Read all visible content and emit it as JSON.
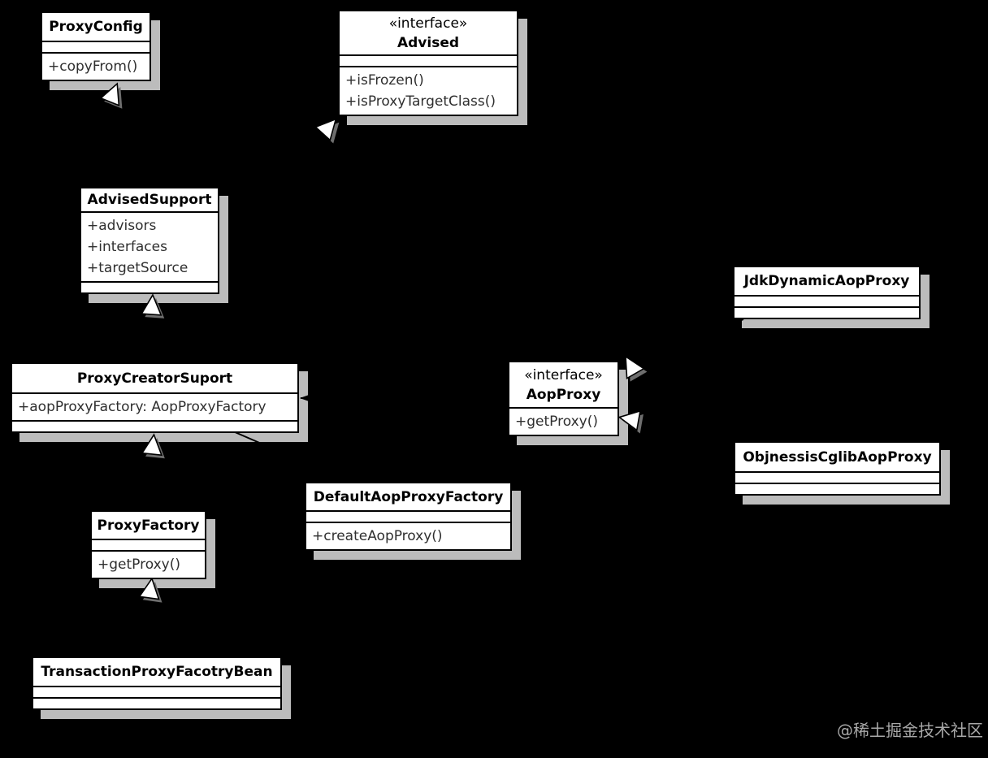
{
  "watermark": "@稀土掘金技术社区",
  "colors": {
    "background": "#000000",
    "box_fill": "#ffffff",
    "box_border": "#000000",
    "box_shadow": "#bcbcbc",
    "member_text": "#2f2f2f",
    "watermark_text": "#a8a8a8"
  },
  "classes": [
    {
      "name": "ProxyConfig",
      "stereotype": "",
      "attributes": [],
      "methods": [
        "+copyFrom()"
      ]
    },
    {
      "name": "Advised",
      "stereotype": "«interface»",
      "attributes": [],
      "methods": [
        "+isFrozen()",
        "+isProxyTargetClass()"
      ]
    },
    {
      "name": "AdvisedSupport",
      "stereotype": "",
      "attributes": [
        "+advisors",
        "+interfaces",
        "+targetSource"
      ],
      "methods": []
    },
    {
      "name": "JdkDynamicAopProxy",
      "stereotype": "",
      "attributes": [],
      "methods": []
    },
    {
      "name": "ProxyCreatorSuport",
      "stereotype": "",
      "attributes": [
        "+aopProxyFactory: AopProxyFactory"
      ],
      "methods": []
    },
    {
      "name": "AopProxy",
      "stereotype": "«interface»",
      "attributes": [],
      "methods": [
        "+getProxy()"
      ]
    },
    {
      "name": "ObjnessisCglibAopProxy",
      "stereotype": "",
      "attributes": [],
      "methods": []
    },
    {
      "name": "DefaultAopProxyFactory",
      "stereotype": "",
      "attributes": [],
      "methods": [
        "+createAopProxy()"
      ]
    },
    {
      "name": "ProxyFactory",
      "stereotype": "",
      "attributes": [],
      "methods": [
        "+getProxy()"
      ]
    },
    {
      "name": "TransactionProxyFacotryBean",
      "stereotype": "",
      "attributes": [],
      "methods": []
    }
  ],
  "relationships": [
    {
      "from": "AdvisedSupport",
      "to": "ProxyConfig",
      "type": "extends",
      "line": "solid"
    },
    {
      "from": "AdvisedSupport",
      "to": "Advised",
      "type": "implements",
      "line": "dashed"
    },
    {
      "from": "ProxyCreatorSuport",
      "to": "AdvisedSupport",
      "type": "extends",
      "line": "solid"
    },
    {
      "from": "ProxyFactory",
      "to": "ProxyCreatorSuport",
      "type": "extends",
      "line": "solid"
    },
    {
      "from": "TransactionProxyFacotryBean",
      "to": "ProxyFactory",
      "type": "extends",
      "line": "solid"
    },
    {
      "from": "JdkDynamicAopProxy",
      "to": "AopProxy",
      "type": "implements",
      "line": "dashed"
    },
    {
      "from": "ObjnessisCglibAopProxy",
      "to": "AopProxy",
      "type": "implements",
      "line": "dashed"
    },
    {
      "from": "AopProxy",
      "to": "ProxyCreatorSuport",
      "type": "association",
      "line": "solid"
    },
    {
      "from": "ProxyCreatorSuport",
      "to": "DefaultAopProxyFactory",
      "type": "association",
      "line": "solid"
    }
  ]
}
